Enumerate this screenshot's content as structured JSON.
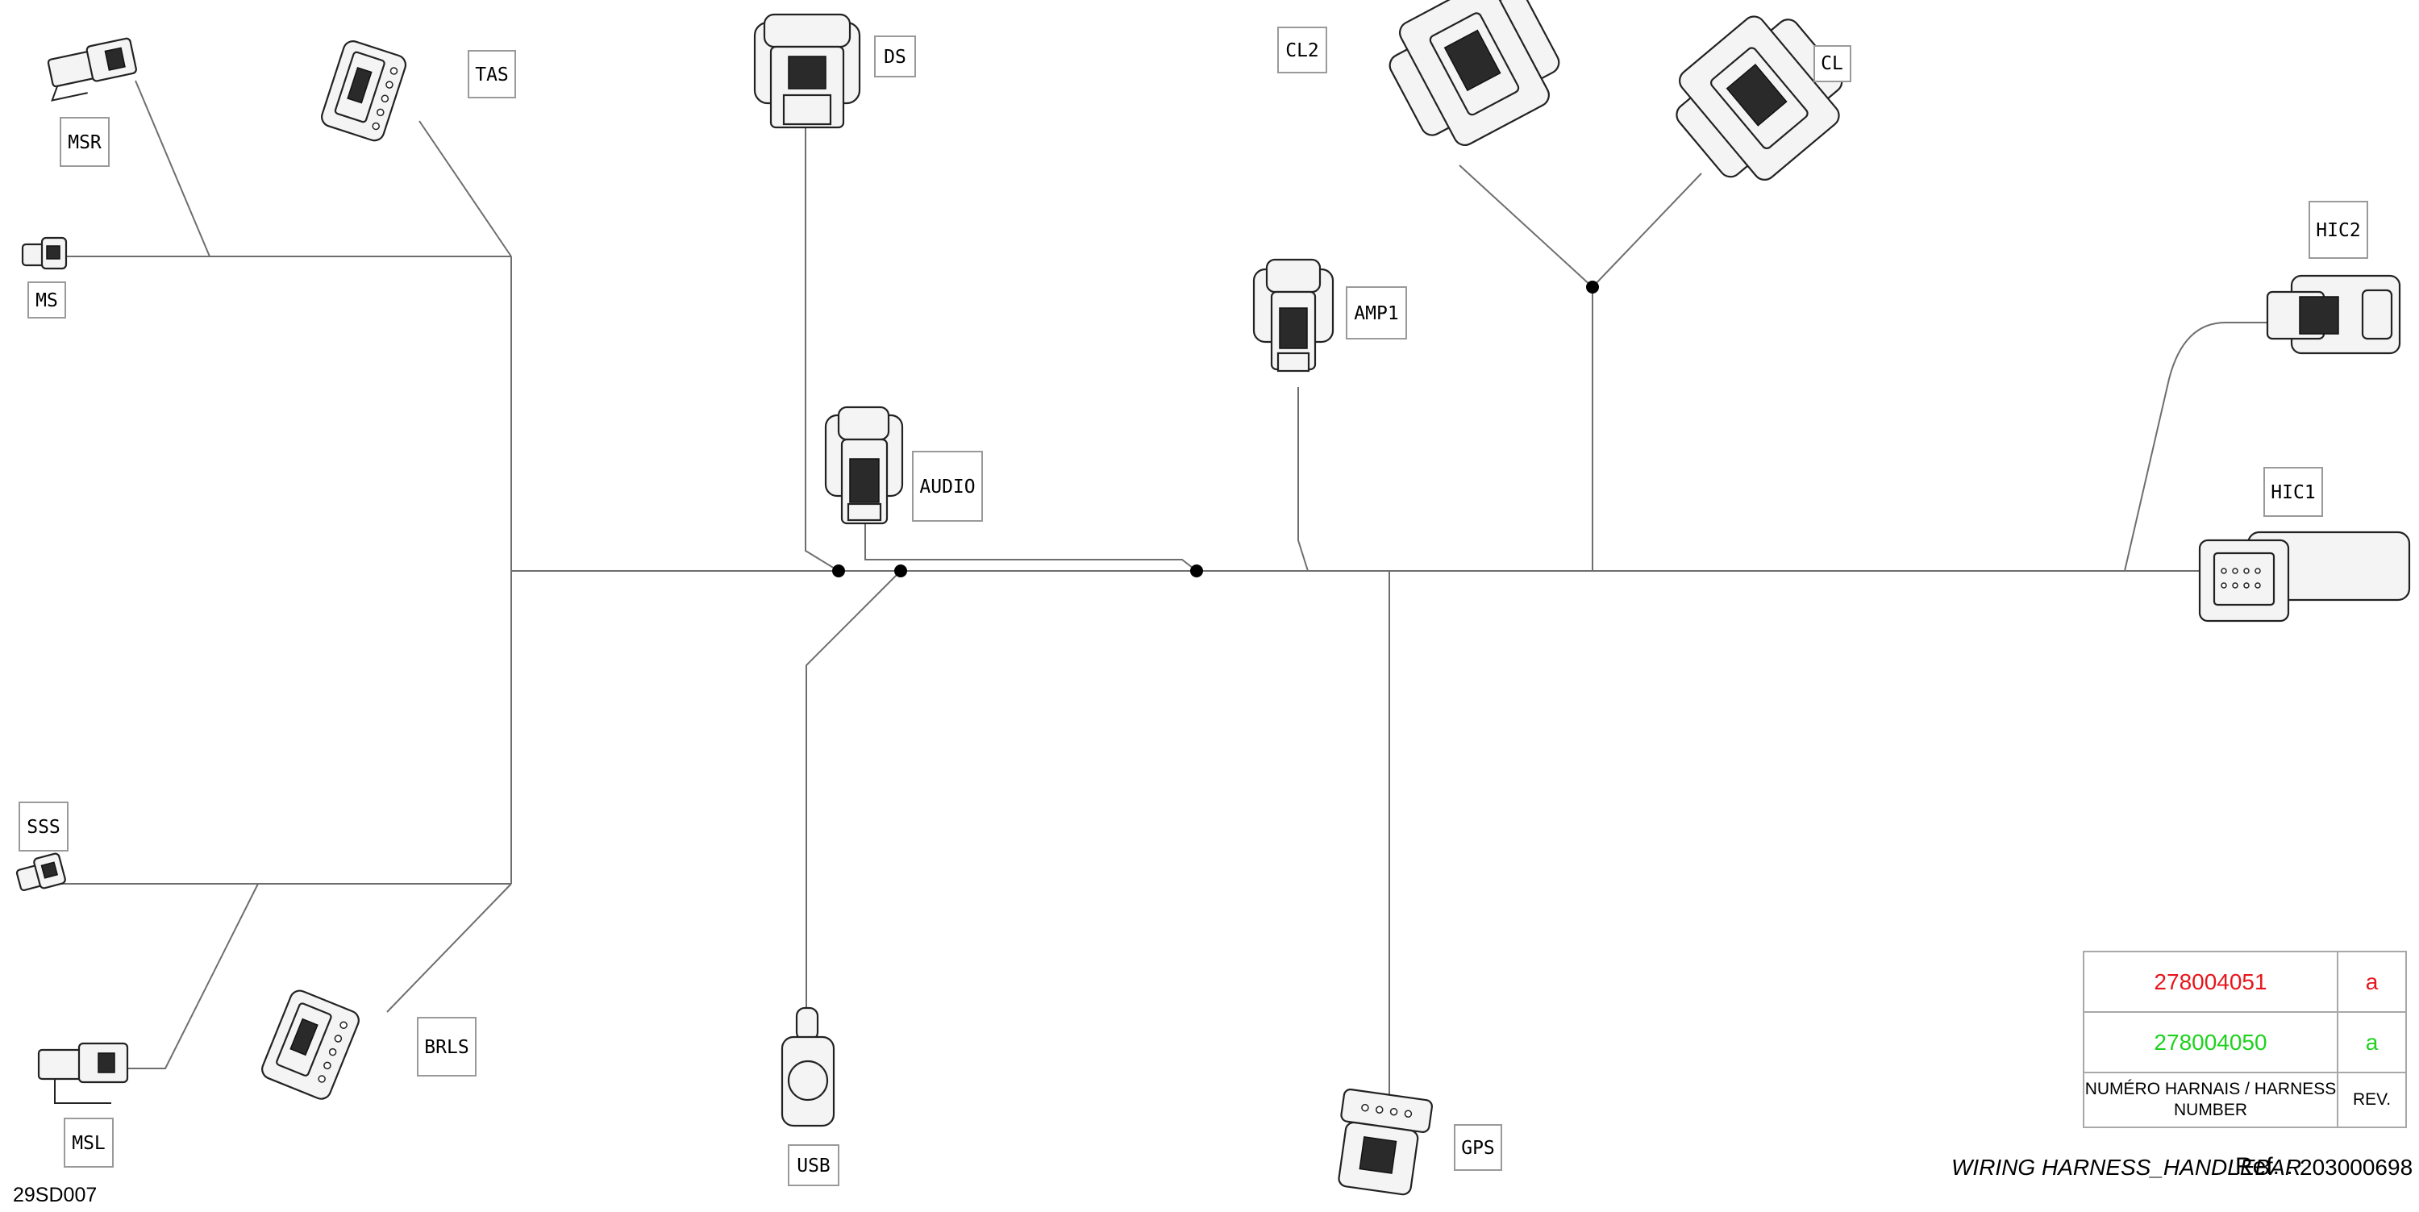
{
  "connectors": {
    "msr": "MSR",
    "ms": "MS",
    "tas": "TAS",
    "ds": "DS",
    "cl2": "CL2",
    "cl": "CL",
    "amp1": "AMP1",
    "audio": "AUDIO",
    "hic2": "HIC2",
    "hic1": "HIC1",
    "sss": "SSS",
    "msl": "MSL",
    "brls": "BRLS",
    "usb": "USB",
    "gps": "GPS"
  },
  "revision_table": {
    "rows": [
      {
        "number": "278004051",
        "rev": "a",
        "color": "#e8141c"
      },
      {
        "number": "278004050",
        "rev": "a",
        "color": "#1ed21e"
      }
    ],
    "header_number": "NUMÉRO HARNAIS / HARNESS NUMBER",
    "header_rev": "REV."
  },
  "footer": {
    "title": "WIRING HARNESS_HANDLEBAR",
    "ref_label": "Ref. :",
    "ref_value": "203000698",
    "drawing_code": "29SD007"
  }
}
